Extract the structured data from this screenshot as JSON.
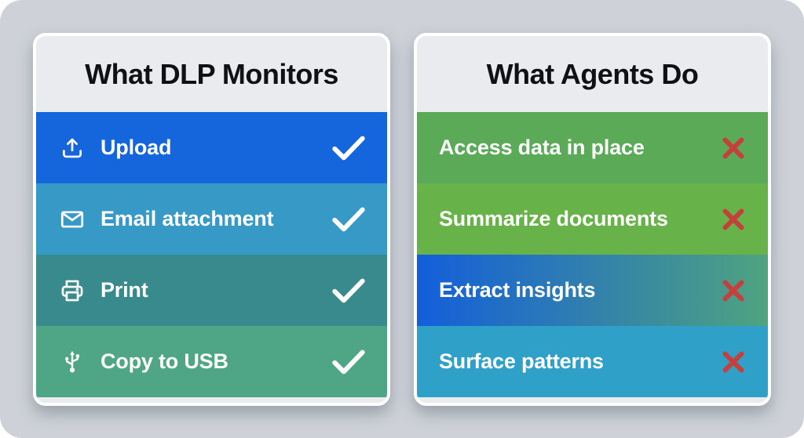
{
  "page": {
    "outer_background": "#ffffff",
    "background": "#ced2d8"
  },
  "left_card": {
    "title": "What DLP Monitors",
    "header_bg": "#e9ebee",
    "check_color": "#ffffff",
    "rows": [
      {
        "label": "Upload",
        "icon": "upload-icon",
        "mark": "check",
        "bg": "#1565dc"
      },
      {
        "label": "Email attachment",
        "icon": "envelope-icon",
        "mark": "check",
        "bg": "#3699c6"
      },
      {
        "label": "Print",
        "icon": "printer-icon",
        "mark": "check",
        "bg": "#388a8d"
      },
      {
        "label": "Copy to USB",
        "icon": "usb-icon",
        "mark": "check",
        "bg": "#4ea687"
      }
    ]
  },
  "right_card": {
    "title": "What Agents Do",
    "header_bg": "#e9ebee",
    "cross_color": "#c5403d",
    "rows": [
      {
        "label": "Access data in place",
        "mark": "cross",
        "bg": "#5aaa57"
      },
      {
        "label": "Summarize documents",
        "mark": "cross",
        "bg": "#68b349"
      },
      {
        "label": "Extract insights",
        "mark": "cross",
        "bg": "linear-gradient(90deg, #135edb, #4fa37f)"
      },
      {
        "label": "Surface patterns",
        "mark": "cross",
        "bg": "#2fa0c7"
      }
    ]
  }
}
